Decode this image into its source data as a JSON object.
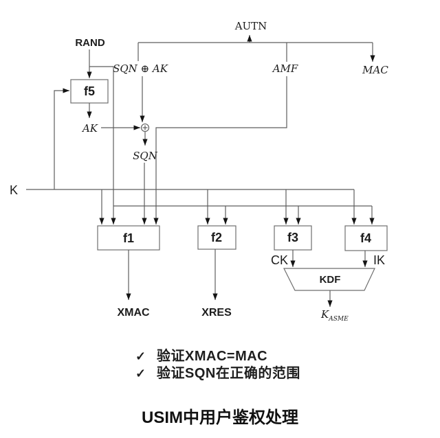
{
  "diagram": {
    "autn": "AUTN",
    "rand": "RAND",
    "sqn_xor_ak": "SQN ⊕ AK",
    "amf": "AMF",
    "mac": "MAC",
    "f5": "f5",
    "ak": "AK",
    "sqn": "SQN",
    "k": "K",
    "f1": "f1",
    "f2": "f2",
    "f3": "f3",
    "f4": "f4",
    "ck": "CK",
    "ik": "IK",
    "kdf": "KDF",
    "xmac": "XMAC",
    "xres": "XRES",
    "k_asme_base": "K",
    "k_asme_sub": "ASME"
  },
  "checks": [
    {
      "mark": "✓",
      "text": "验证XMAC=MAC"
    },
    {
      "mark": "✓",
      "text": "验证SQN在正确的范围"
    }
  ],
  "title": "USIM中用户鉴权处理",
  "colors": {
    "line": "#5d5d5d",
    "arrow": "#141414",
    "text": "#1c1c1c",
    "background": "#ffffff"
  }
}
